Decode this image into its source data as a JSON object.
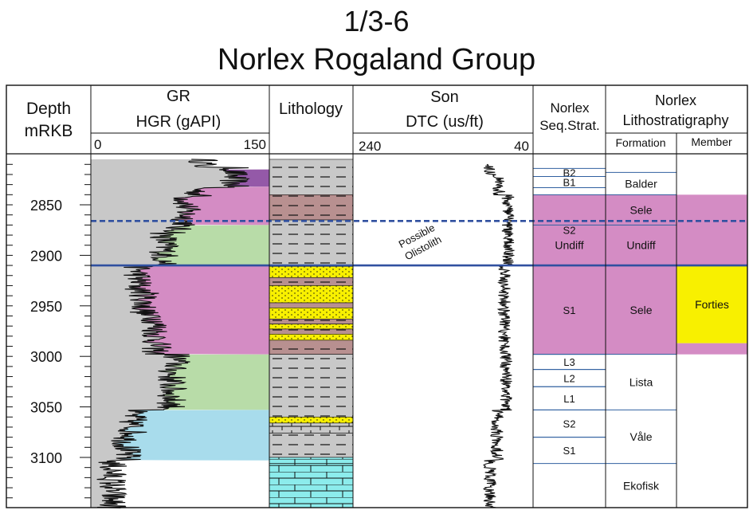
{
  "title": "1/3-6",
  "subtitle": "Norlex Rogaland Group",
  "headers": {
    "depth": [
      "Depth",
      "mRKB"
    ],
    "gr": [
      "GR",
      "HGR (gAPI)"
    ],
    "gr_scale": [
      "0",
      "150"
    ],
    "lithology": "Lithology",
    "son": [
      "Son",
      "DTC (us/ft)"
    ],
    "son_scale": [
      "240",
      "40"
    ],
    "seqstrat": [
      "Norlex",
      "Seq.Strat."
    ],
    "litho": [
      "Norlex",
      "Lithostratigraphy"
    ],
    "formation": "Formation",
    "member": "Member"
  },
  "annotation": [
    "Possible",
    "Olistolith"
  ],
  "colors": {
    "purple": "#9459a8",
    "pink": "#d48cc4",
    "green": "#b8dca8",
    "blue": "#a8dcec",
    "grey": "#c8c8c8",
    "yellow": "#f8f000",
    "shale_brown": "#b89090",
    "shale_grey": "#c8c8c8",
    "limestone": "#8cecec",
    "dashed_line": "#3050a0",
    "solid_line": "#3050a0"
  },
  "chart_data": {
    "type": "well log",
    "depth_axis": {
      "ylim": [
        2805,
        3150
      ],
      "ticks": [
        2850,
        2900,
        2950,
        3000,
        3050,
        3100
      ],
      "minor_step": 10
    },
    "gr_axis": {
      "xlim": [
        0,
        150
      ]
    },
    "son_axis": {
      "xlim": [
        240,
        40
      ]
    },
    "gr_zones": [
      {
        "top": 2815,
        "base": 2832,
        "color": "purple"
      },
      {
        "top": 2832,
        "base": 2870,
        "color": "pink"
      },
      {
        "top": 2870,
        "base": 2910,
        "color": "green"
      },
      {
        "top": 2910,
        "base": 2998,
        "color": "pink"
      },
      {
        "top": 2998,
        "base": 3053,
        "color": "green"
      },
      {
        "top": 3053,
        "base": 3103,
        "color": "blue"
      }
    ],
    "lithology": [
      {
        "top": 2805,
        "base": 2840,
        "type": "shale_grey"
      },
      {
        "top": 2840,
        "base": 2865,
        "type": "shale_brown"
      },
      {
        "top": 2865,
        "base": 2911,
        "type": "shale_grey"
      },
      {
        "top": 2911,
        "base": 2922,
        "type": "sand"
      },
      {
        "top": 2922,
        "base": 2930,
        "type": "shale_brown"
      },
      {
        "top": 2930,
        "base": 2947,
        "type": "sand"
      },
      {
        "top": 2947,
        "base": 2952,
        "type": "shale_brown"
      },
      {
        "top": 2952,
        "base": 2963,
        "type": "sand"
      },
      {
        "top": 2963,
        "base": 2968,
        "type": "shale_brown"
      },
      {
        "top": 2968,
        "base": 2973,
        "type": "sand"
      },
      {
        "top": 2973,
        "base": 2978,
        "type": "shale_brown"
      },
      {
        "top": 2978,
        "base": 2984,
        "type": "sand"
      },
      {
        "top": 2984,
        "base": 2998,
        "type": "shale_brown"
      },
      {
        "top": 2998,
        "base": 3060,
        "type": "shale_grey"
      },
      {
        "top": 3060,
        "base": 3066,
        "type": "sand"
      },
      {
        "top": 3066,
        "base": 3076,
        "type": "marl"
      },
      {
        "top": 3076,
        "base": 3100,
        "type": "shale_grey"
      },
      {
        "top": 3100,
        "base": 3106,
        "type": "limestone"
      },
      {
        "top": 3106,
        "base": 3150,
        "type": "limestone"
      }
    ],
    "seq_strat": [
      {
        "top": 2814,
        "base": 2822,
        "label": "B2",
        "fill": false
      },
      {
        "top": 2822,
        "base": 2833,
        "label": "B1",
        "fill": false
      },
      {
        "top": 2840,
        "base": 2910,
        "label": "S2",
        "fill": true
      },
      {
        "top": 2870,
        "base": 2910,
        "label": "Undiff",
        "fill": true
      },
      {
        "top": 2910,
        "base": 2998,
        "label": "S1",
        "fill": true
      },
      {
        "top": 2998,
        "base": 3013,
        "label": "L3",
        "fill": false
      },
      {
        "top": 3013,
        "base": 3030,
        "label": "L2",
        "fill": false
      },
      {
        "top": 3030,
        "base": 3053,
        "label": "L1",
        "fill": false
      },
      {
        "top": 3053,
        "base": 3080,
        "label": "S2",
        "fill": false
      },
      {
        "top": 3080,
        "base": 3106,
        "label": "S1",
        "fill": false
      }
    ],
    "formations": [
      {
        "top": 2818,
        "base": 2840,
        "label": "Balder",
        "fill": false
      },
      {
        "top": 2840,
        "base": 2870,
        "label": "Sele",
        "fill": true
      },
      {
        "top": 2870,
        "base": 2910,
        "label": "Undiff",
        "fill": true
      },
      {
        "top": 2910,
        "base": 2998,
        "label": "Sele",
        "fill": true
      },
      {
        "top": 2998,
        "base": 3053,
        "label": "Lista",
        "fill": false
      },
      {
        "top": 3053,
        "base": 3106,
        "label": "Våle",
        "fill": false
      },
      {
        "top": 3106,
        "base": 3150,
        "label": "Ekofisk",
        "fill": false
      }
    ],
    "members": [
      {
        "top": 2840,
        "base": 2910,
        "label": "",
        "fill": "pink"
      },
      {
        "top": 2910,
        "base": 2987,
        "label": "Forties",
        "fill": "yellow"
      },
      {
        "top": 2987,
        "base": 2998,
        "label": "",
        "fill": "pink"
      }
    ],
    "markers": [
      {
        "depth": 2866,
        "style": "dashed"
      },
      {
        "depth": 2910,
        "style": "solid"
      }
    ]
  }
}
